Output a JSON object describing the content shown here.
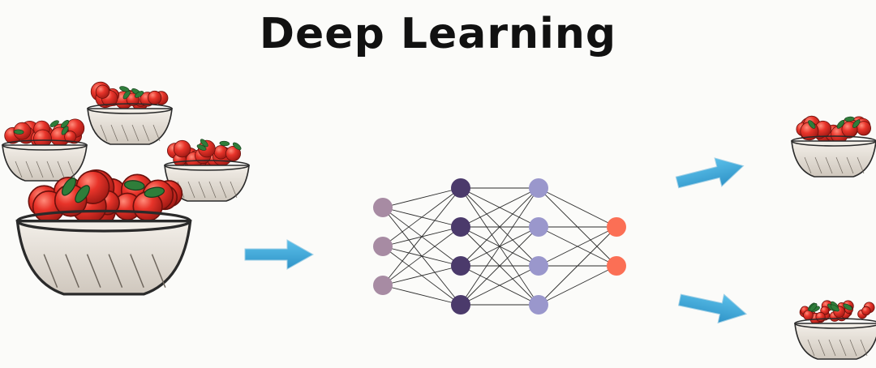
{
  "title": "Deep Learning",
  "network": {
    "layers": [
      3,
      4,
      4,
      2
    ],
    "layer_colors": [
      "#a78ba3",
      "#4b3a6b",
      "#9a97cc",
      "#fb6f55"
    ],
    "edge_color": "#2b2b2b"
  },
  "colors": {
    "arrow": "#3aa8d8",
    "tomato": "#e8342a",
    "leaf": "#2f7d3a",
    "bowl": "#e7e1da"
  },
  "icons": {
    "input_bowls": "tomato-bowls-mixed-icon",
    "output_large": "large-tomato-bowl-icon",
    "output_small": "cherry-tomato-bowl-icon",
    "arrows": "right-arrow-icon"
  }
}
